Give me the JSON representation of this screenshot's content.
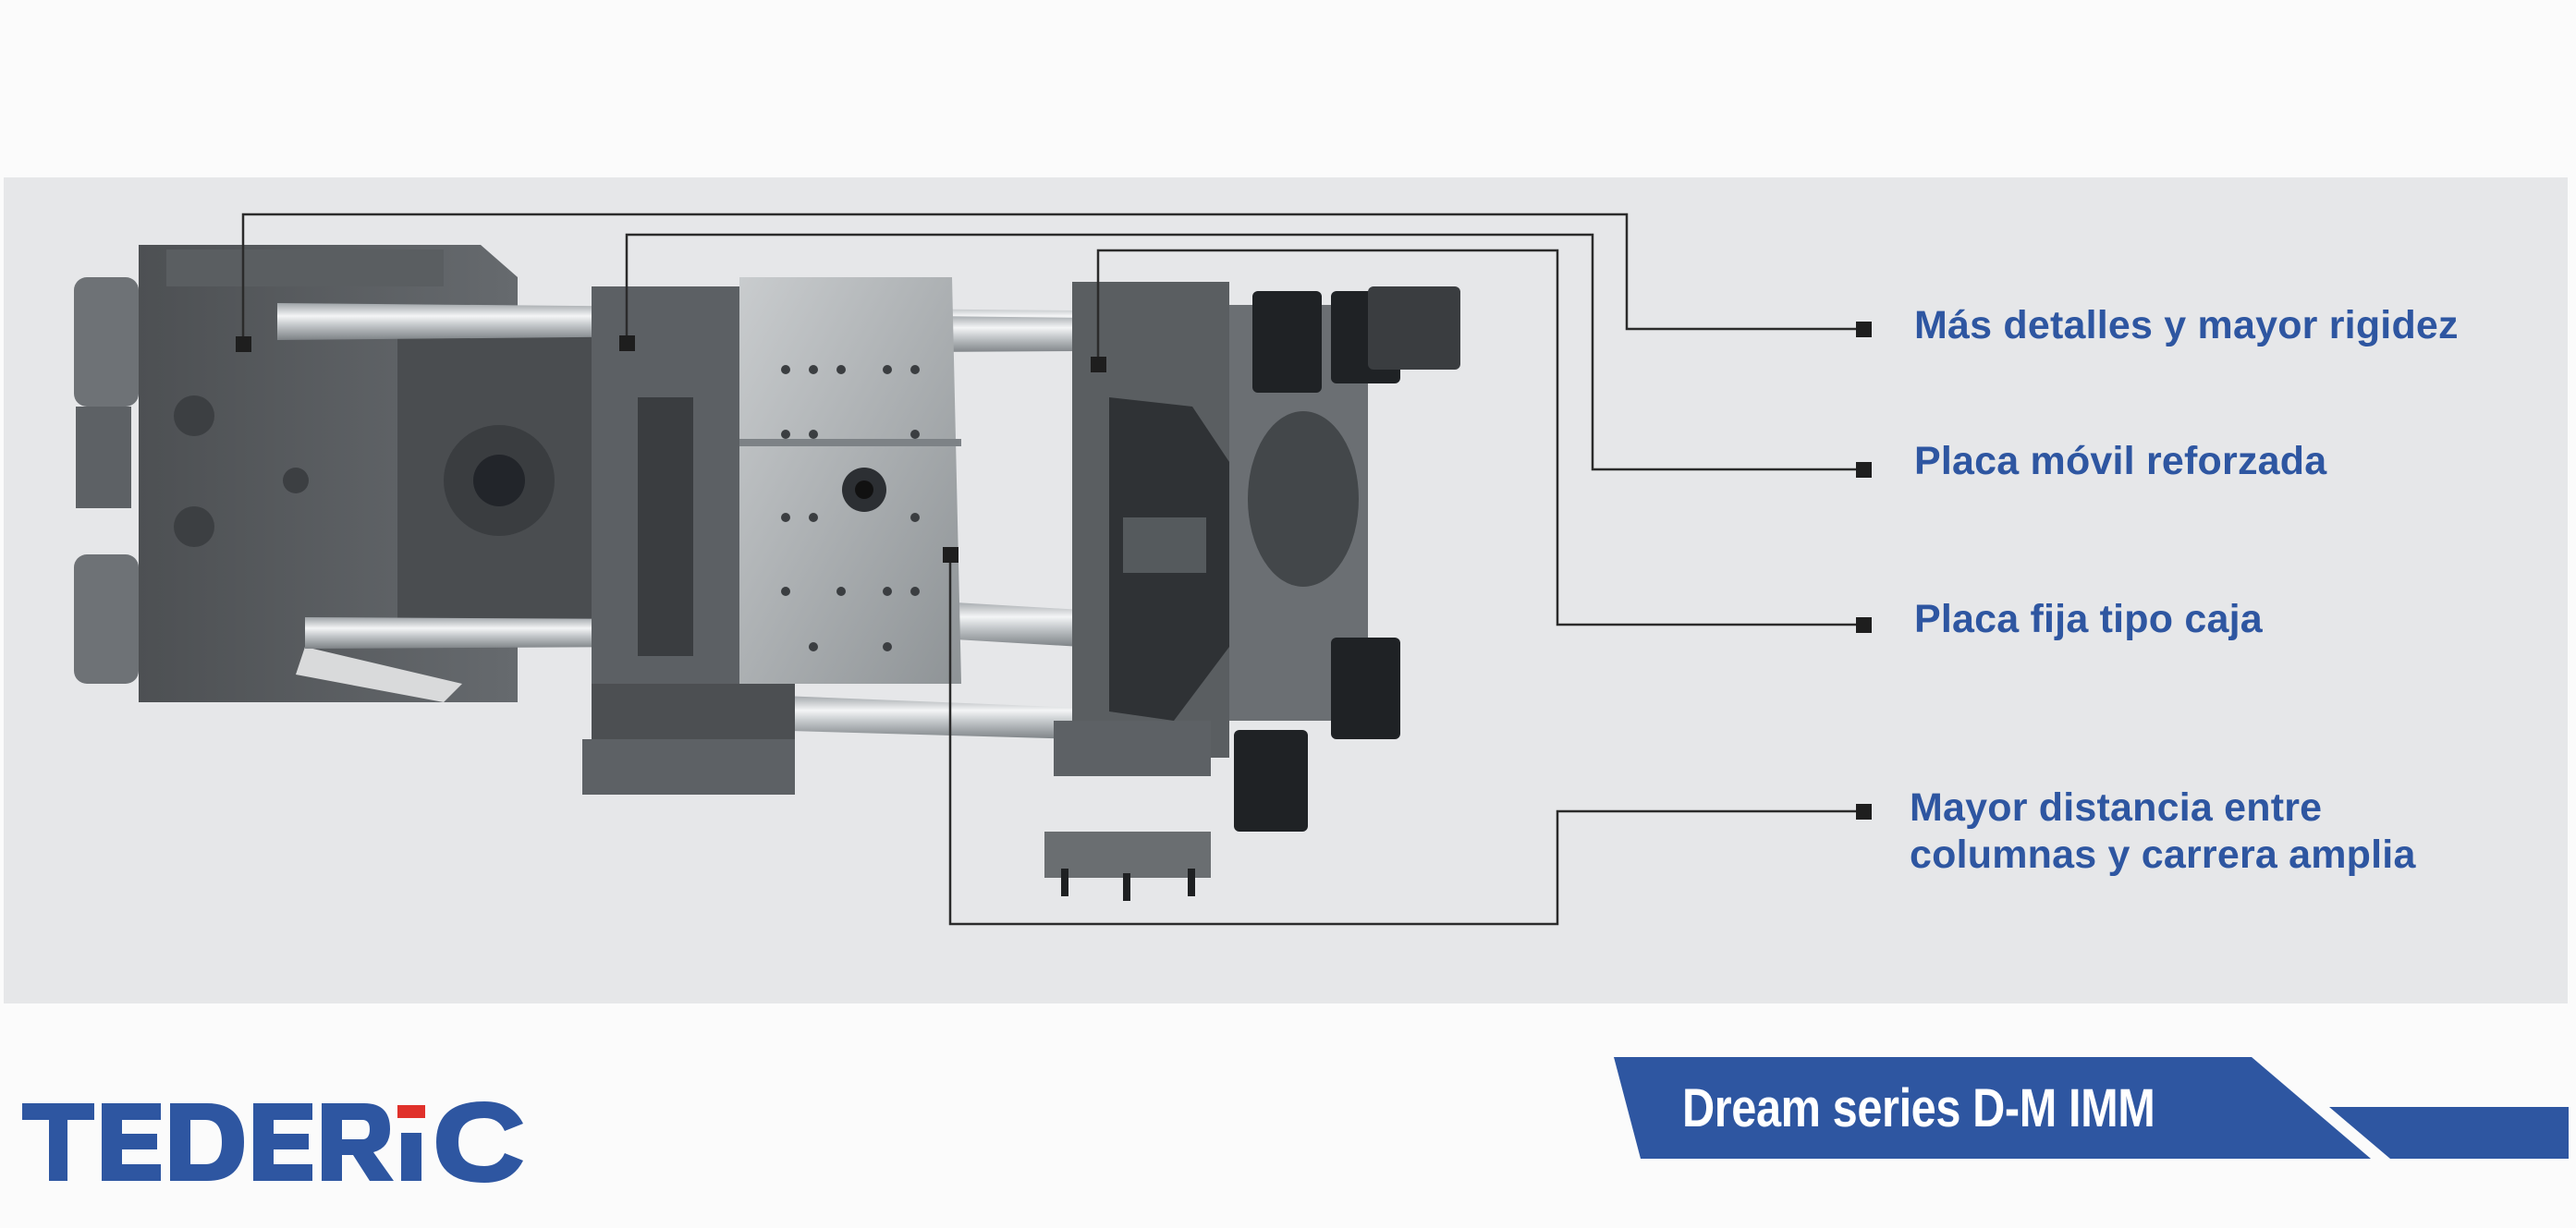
{
  "callouts": [
    {
      "id": "rigidity",
      "lines": [
        "Más detalles  y mayor rigidez"
      ]
    },
    {
      "id": "moving-platen",
      "lines": [
        "Placa móvil reforzada"
      ]
    },
    {
      "id": "fixed-platen",
      "lines": [
        "Placa fija tipo caja"
      ]
    },
    {
      "id": "tie-bar-distance",
      "lines": [
        "Mayor distancia entre",
        "columnas y carrera amplia"
      ]
    }
  ],
  "brand": {
    "logo_text": "TEDERiC",
    "logo_color": "#2e56a1",
    "logo_accent_color": "#e0312b"
  },
  "banner": {
    "title": "Dream series D-M IMM",
    "color": "#2e56a1"
  },
  "colors": {
    "panel_background": "#e6e7e9",
    "callout_text": "#2e56a1",
    "callout_line": "#2b2b2b",
    "machine_body": "#5a5d60"
  }
}
